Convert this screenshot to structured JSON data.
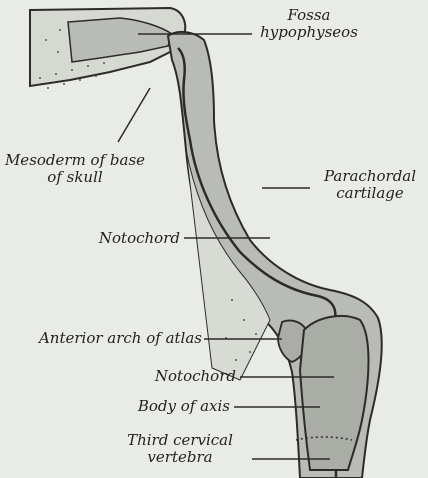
{
  "labels": {
    "fossa_line1": "Fossa",
    "fossa_line2": "hypophyseos",
    "mesoderm_line1": "Mesoderm of base",
    "mesoderm_line2": "of skull",
    "parachordal_line1": "Parachordal",
    "parachordal_line2": "cartilage",
    "notochord_upper": "Notochord",
    "anterior_arch": "Anterior arch of atlas",
    "notochord_lower": "Notochord",
    "body_of_axis": "Body of axis",
    "third_cervical_line1": "Third cervical",
    "third_cervical_line2": "vertebra"
  },
  "colors": {
    "background": "#e9ece6",
    "tissue_fill": "#b9bcb6",
    "tissue_dark": "#8f938c",
    "outline": "#2b2b2b",
    "label": "#222222"
  }
}
